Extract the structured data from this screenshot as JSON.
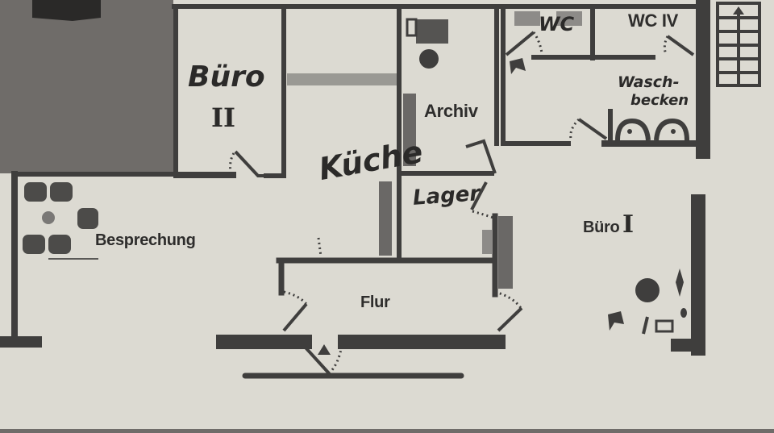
{
  "diagram": {
    "type": "floor-plan",
    "medium": "photo of printed paper floor plan with handwritten marker labels",
    "colors": {
      "paper": "#dcdad2",
      "wall": "#3f3e3d",
      "background_table": "#6f6c69",
      "ink": "#2e2d2c"
    },
    "rooms": [
      {
        "id": "buero-2",
        "label": "Büro",
        "sublabel": "II",
        "style": "handwritten"
      },
      {
        "id": "kueche",
        "label": "Küche",
        "style": "handwritten"
      },
      {
        "id": "archiv",
        "label": "Archiv",
        "style": "printed"
      },
      {
        "id": "lager",
        "label": "Lager",
        "style": "handwritten"
      },
      {
        "id": "wc",
        "label": "WC",
        "style": "handwritten"
      },
      {
        "id": "wc-4",
        "label": "WC IV",
        "style": "printed"
      },
      {
        "id": "waschbecken",
        "label": "Wasch-",
        "label2": "becken",
        "style": "handwritten"
      },
      {
        "id": "besprechung",
        "label": "Besprechung",
        "style": "printed"
      },
      {
        "id": "flur",
        "label": "Flur",
        "style": "printed"
      },
      {
        "id": "buero-1",
        "label": "Büro",
        "sublabel": "I",
        "style": "printed+handwritten"
      }
    ],
    "symbols": {
      "stairs": "staircase with up arrow (top right)",
      "entrance": "entrance arrow at bottom of Flur",
      "furniture": "meeting chairs, desk chairs, plants, sinks"
    }
  }
}
